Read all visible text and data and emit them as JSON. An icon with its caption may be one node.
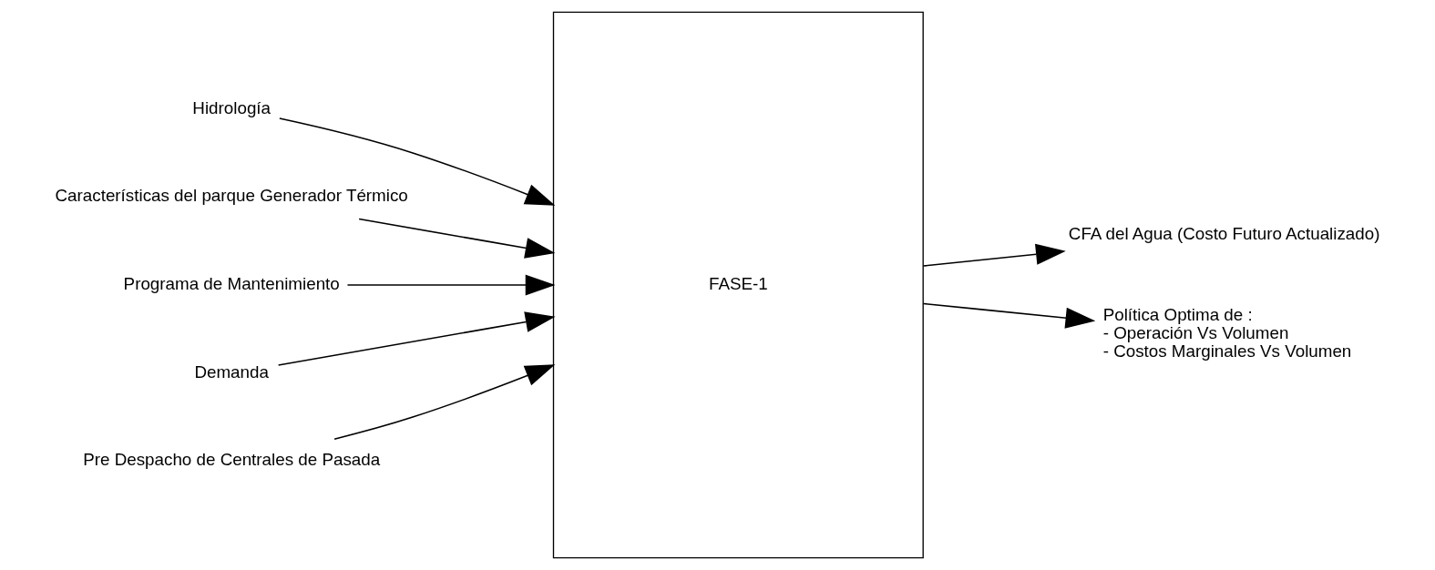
{
  "diagram": {
    "nodes": [
      {
        "text": [
          "Hidrología"
        ]
      },
      {
        "text": [
          "Características del parque Generador Térmico"
        ]
      },
      {
        "text": [
          "Programa de Mantenimiento"
        ]
      },
      {
        "text": [
          "Demanda"
        ]
      },
      {
        "text": [
          "Pre Despacho de Centrales de Pasada"
        ]
      },
      {
        "text": [
          "FASE-1"
        ]
      },
      {
        "text": [
          "CFA del Agua (Costo Futuro Actualizado)"
        ]
      },
      {
        "text": [
          "Política Optima de :",
          "- Operación Vs Volumen",
          "- Costos Marginales Vs Volumen"
        ]
      }
    ],
    "edges": [
      {
        "from": 0,
        "to": 5,
        "arrow": "to"
      },
      {
        "from": 1,
        "to": 5,
        "arrow": "to"
      },
      {
        "from": 2,
        "to": 5,
        "arrow": "to"
      },
      {
        "from": 3,
        "to": 5,
        "arrow": "to"
      },
      {
        "from": 4,
        "to": 5,
        "arrow": "to"
      },
      {
        "from": 5,
        "to": 6,
        "arrow": "to"
      },
      {
        "from": 5,
        "to": 7,
        "arrow": "to"
      }
    ]
  }
}
